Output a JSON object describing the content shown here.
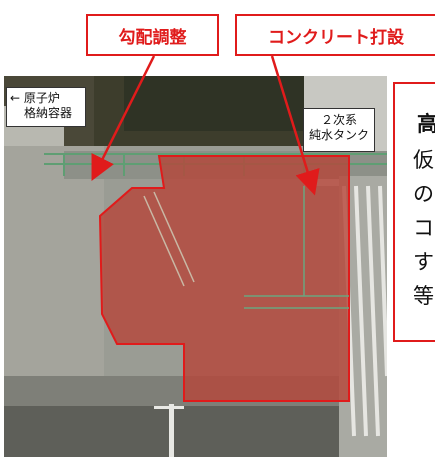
{
  "labels": {
    "grade_adjustment": "勾配調整",
    "concrete_placement": "コンクリート打設"
  },
  "tags": {
    "reactor_line1": "← 原子炉",
    "reactor_line2": "格納容器",
    "tank_line1": "２次系",
    "tank_line2": "純水タンク"
  },
  "side_panel": {
    "heading": "高",
    "lines": [
      "仮",
      "の",
      "コ",
      "す",
      "等"
    ]
  },
  "colors": {
    "accent": "#e01b1b",
    "concrete_overlay": "#b5473a"
  }
}
